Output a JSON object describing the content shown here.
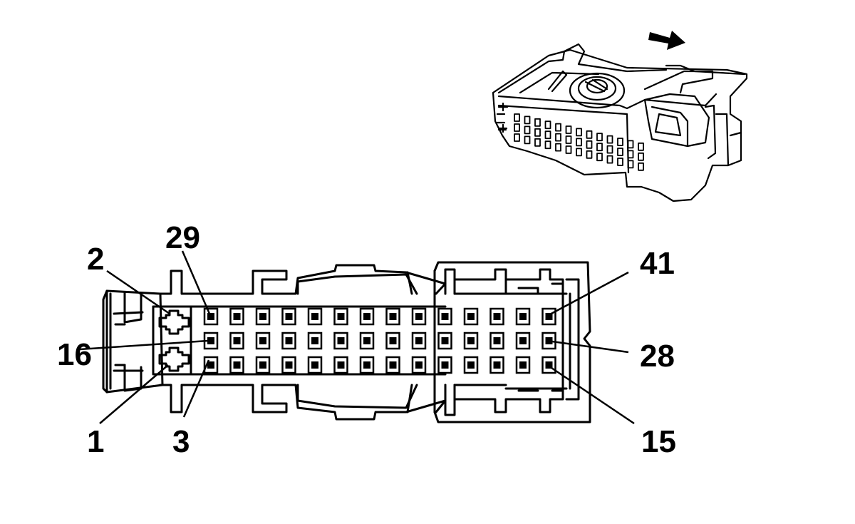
{
  "pin_labels": {
    "pin_1": "1",
    "pin_2": "2",
    "pin_3": "3",
    "pin_15": "15",
    "pin_16": "16",
    "pin_28": "28",
    "pin_29": "29",
    "pin_41": "41"
  },
  "connector": {
    "terminal_columns": 14,
    "terminal_rows": 3,
    "power_terminals": 2
  },
  "icons": {
    "orientation_arrow": "arrow-right-icon",
    "connector_view": "connector-isometric-icon"
  },
  "colors": {
    "line": "#000000",
    "background": "#ffffff"
  }
}
